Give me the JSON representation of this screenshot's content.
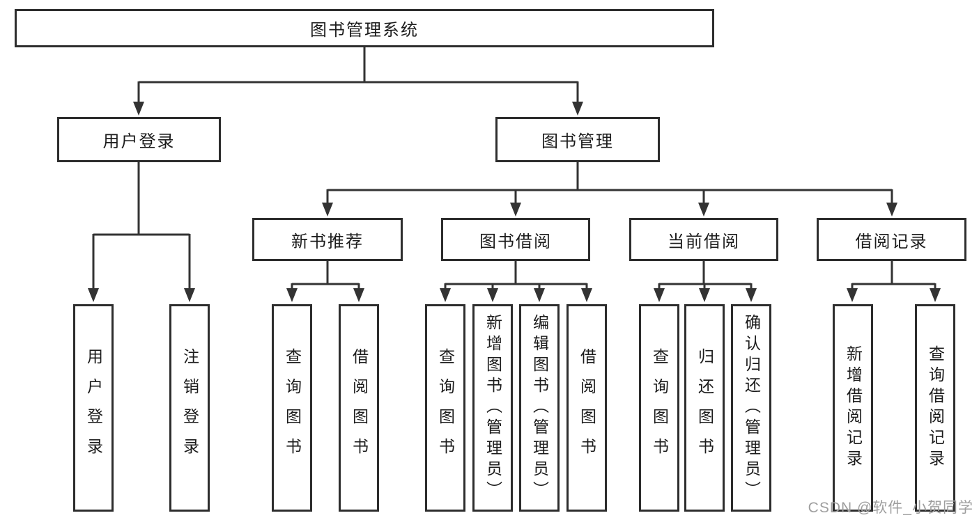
{
  "diagram": {
    "nodes": {
      "root": "图书管理系统",
      "user_login": "用户登录",
      "book_mgmt": "图书管理",
      "new_book_rec": "新书推荐",
      "book_borrow": "图书借阅",
      "current_borrow": "当前借阅",
      "borrow_records": "借阅记录"
    },
    "leaves": {
      "user_login": [
        "用户登录",
        "注销登录"
      ],
      "new_book_rec": [
        "查询图书",
        "借阅图书"
      ],
      "book_borrow": [
        "查询图书",
        "新增图书（管理员）",
        "编辑图书（管理员）",
        "借阅图书"
      ],
      "current_borrow": [
        "查询图书",
        "归还图书",
        "确认归还（管理员）"
      ],
      "borrow_records": [
        "新增借阅记录",
        "查询借阅记录"
      ]
    },
    "colors": {
      "line": "#333333",
      "border": "#2d2d2d",
      "text": "#1c1c1c",
      "background": "#ffffff",
      "watermark": "#9e9e9e"
    }
  },
  "watermark": {
    "text": "CSDN @软件_小贺同学"
  }
}
